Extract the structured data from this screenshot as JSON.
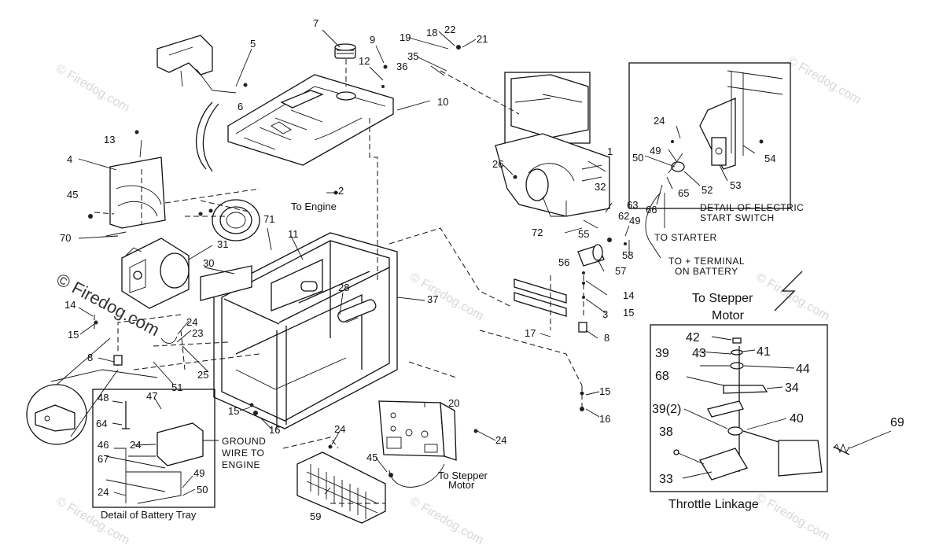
{
  "watermark": {
    "text": "© Firedog.com"
  },
  "callouts": {
    "c1": "1",
    "c2": "2",
    "c3": "3",
    "c4": "4",
    "c5": "5",
    "c6": "6",
    "c7": "7",
    "c8a": "8",
    "c8b": "8",
    "c9": "9",
    "c10": "10",
    "c11": "11",
    "c12": "12",
    "c13": "13",
    "c14a": "14",
    "c14b": "14",
    "c15a": "15",
    "c15b": "15",
    "c15c": "15",
    "c15d": "15",
    "c16a": "16",
    "c16b": "16",
    "c17": "17",
    "c18": "18",
    "c19": "19",
    "c20": "20",
    "c21": "21",
    "c22": "22",
    "c23": "23",
    "c24a": "24",
    "c24b": "24",
    "c24c": "24",
    "c24d": "24",
    "c24e": "24",
    "c24f": "24",
    "c25": "25",
    "c26": "26",
    "c28": "28",
    "c30": "30",
    "c31": "31",
    "c32": "32",
    "c33": "33",
    "c34": "34",
    "c35": "35",
    "c36": "36",
    "c37": "37",
    "c38": "38",
    "c39a": "39",
    "c39b": "39(2)",
    "c40": "40",
    "c41": "41",
    "c42": "42",
    "c43": "43",
    "c44": "44",
    "c45a": "45",
    "c45b": "45",
    "c46": "46",
    "c47": "47",
    "c48": "48",
    "c49a": "49",
    "c49b": "49",
    "c49c": "49",
    "c50a": "50",
    "c50b": "50",
    "c51": "51",
    "c52": "52",
    "c53": "53",
    "c54": "54",
    "c55": "55",
    "c56": "56",
    "c57": "57",
    "c58": "58",
    "c59": "59",
    "c62": "62",
    "c63": "63",
    "c64": "64",
    "c65": "65",
    "c66": "66",
    "c67": "67",
    "c68": "68",
    "c69": "69",
    "c70": "70",
    "c71": "71",
    "c72": "72"
  },
  "labels": {
    "to_engine": "To Engine",
    "detail_electric_1": "DETAIL OF ELECTRIC",
    "detail_electric_2": "START SWITCH",
    "to_starter": "TO STARTER",
    "to_terminal_1": "TO + TERMINAL",
    "to_terminal_2": "ON BATTERY",
    "to_stepper_1": "To Stepper",
    "to_stepper_2": "Motor",
    "to_stepper_small_1": "To Stepper",
    "to_stepper_small_2": "Motor",
    "ground_1": "GROUND",
    "ground_2": "WIRE TO",
    "ground_3": "ENGINE",
    "battery_tray": "Detail of Battery Tray",
    "throttle": "Throttle Linkage"
  }
}
